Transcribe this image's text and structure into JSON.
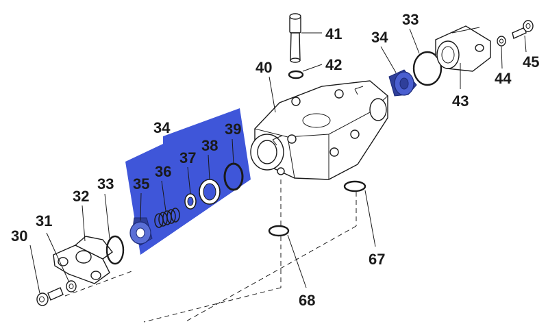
{
  "diagram": {
    "highlight_color": "#4a5fd0",
    "kit_color": "#3f56d9",
    "line_color": "#1a1a1a",
    "callouts": {
      "c30": "30",
      "c31": "31",
      "c32": "32",
      "c33_left": "33",
      "c34_kit": "34",
      "c35": "35",
      "c36": "36",
      "c37": "37",
      "c38": "38",
      "c39": "39",
      "c40": "40",
      "c41": "41",
      "c42": "42",
      "c33_right": "33",
      "c34_right": "34",
      "c43": "43",
      "c44": "44",
      "c45": "45",
      "c67": "67",
      "c68": "68"
    }
  }
}
